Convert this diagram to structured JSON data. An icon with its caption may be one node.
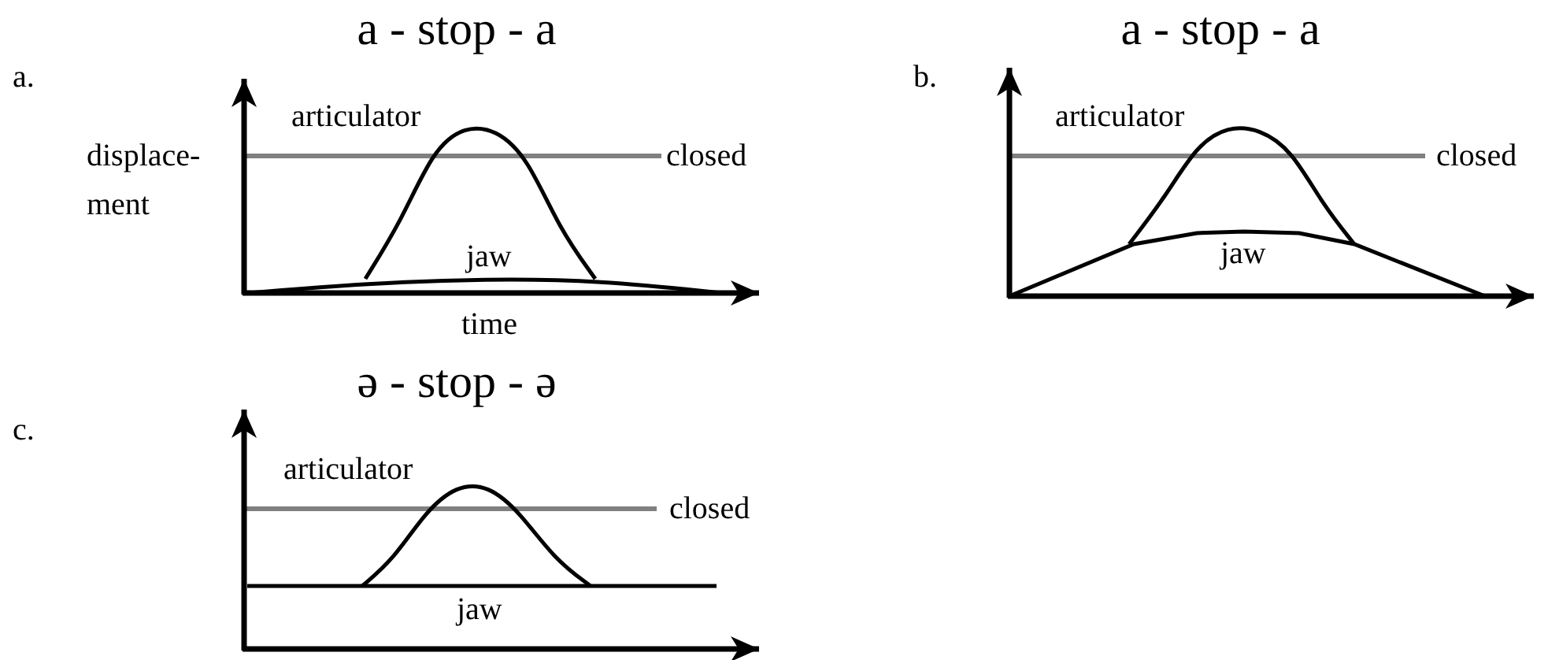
{
  "diagram": {
    "labels": [
      "a - stop - a",
      "a.",
      "articulator",
      "displace- ment",
      "closed",
      "jaw",
      "time",
      "a - stop - a",
      "b.",
      "articulator",
      "closed",
      "jaw",
      "ə - stop - ə",
      "c.",
      "articulator",
      "closed",
      "jaw"
    ]
  }
}
